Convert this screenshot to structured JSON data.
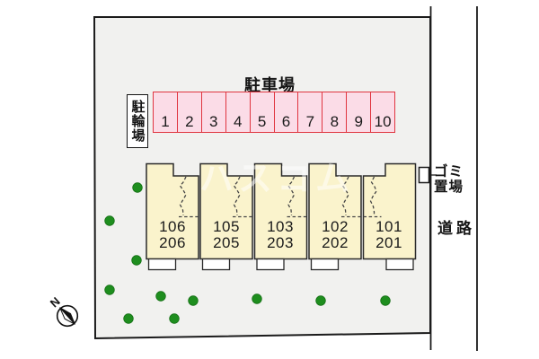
{
  "plan": {
    "parking": {
      "title": "駐車場",
      "spaces": [
        "1",
        "2",
        "3",
        "4",
        "5",
        "6",
        "7",
        "8",
        "9",
        "10"
      ]
    },
    "bicycle": {
      "label": "駐輪場"
    },
    "buildings": [
      {
        "line1": "106",
        "line2": "206"
      },
      {
        "line1": "105",
        "line2": "205"
      },
      {
        "line1": "103",
        "line2": "203"
      },
      {
        "line1": "102",
        "line2": "202"
      },
      {
        "line1": "101",
        "line2": "201"
      }
    ],
    "garbage": {
      "line1": "ゴミ",
      "line2": "置場"
    },
    "road": {
      "label": "道路"
    },
    "compass": {
      "label": "N"
    },
    "watermark": "ハスコム",
    "colors": {
      "plot_fill": "#f1f1ef",
      "parking_fill": "#fbdce7",
      "parking_border": "#e03540",
      "building_fill": "#faf3cc",
      "tree_green": "#1e8e1e",
      "line_black": "#1b1b1b"
    }
  }
}
